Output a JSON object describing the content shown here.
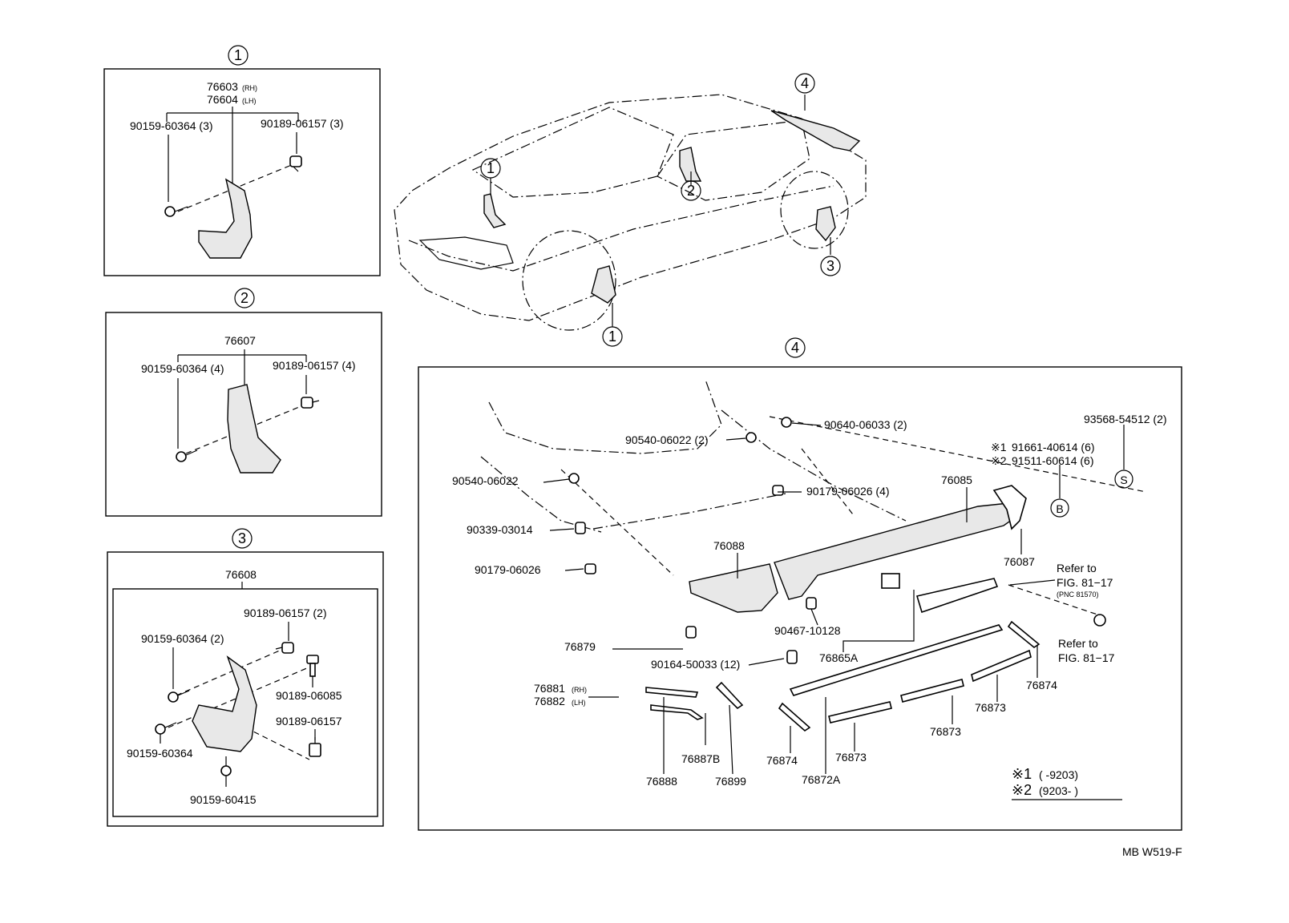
{
  "panel1": {
    "index": "1",
    "part_main": "76603",
    "part_main_side": "(RH)",
    "part_alt": "76604",
    "part_alt_side": "(LH)",
    "screw": "90159-60364 (3)",
    "clip": "90189-06157 (3)"
  },
  "panel2": {
    "index": "2",
    "part_main": "76607",
    "screw": "90159-60364 (4)",
    "clip": "90189-06157 (4)"
  },
  "panel3": {
    "index": "3",
    "part_main": "76608",
    "screw_a": "90159-60364 (2)",
    "clip_a": "90189-06157 (2)",
    "pin": "90189-06085",
    "clip_b": "90189-06157",
    "screw_b": "90159-60364",
    "screw_c": "90159-60415"
  },
  "car_callouts": [
    "1",
    "2",
    "3",
    "4",
    "1"
  ],
  "panel4": {
    "index": "4",
    "labels": {
      "p90540_06022_2": "90540-06022 (2)",
      "p90640_06033_2": "90640-06033 (2)",
      "p93568_54512_2": "93568-54512 (2)",
      "mark1": "※1",
      "p91661_40614_6": "91661-40614 (6)",
      "mark2": "※2",
      "p91511_60614_6": "91511-60614 (6)",
      "p90540_06022": "90540-06022",
      "p90179_06026_4": "90179-06026 (4)",
      "p76085": "76085",
      "p90339_03014": "90339-03014",
      "p76088": "76088",
      "p76087": "76087",
      "p90179_06026": "90179-06026",
      "refer_a": "Refer to",
      "fig_a": "FIG. 81−17",
      "pnc": "(PNC 81570)",
      "p90467_10128": "90467-10128",
      "refer_b": "Refer to",
      "fig_b": "FIG. 81−17",
      "p76879": "76879",
      "p90164_50033_12": "90164-50033 (12)",
      "p76865A": "76865A",
      "p76874_r": "76874",
      "p76881": "76881",
      "p76881_side": "(RH)",
      "p76882": "76882",
      "p76882_side": "(LH)",
      "p76873_r": "76873",
      "p76887B": "76887B",
      "p76873_m": "76873",
      "p76874_l": "76874",
      "p76873_l": "76873",
      "p76888": "76888",
      "p76899": "76899",
      "p76872A": "76872A"
    },
    "symbols": {
      "B": "B",
      "S": "S"
    },
    "legend": {
      "mark1": "※1",
      "range1": "(        -9203)",
      "mark2": "※2",
      "range2": "(9203-        )"
    }
  },
  "footer_code": "MB W519-F"
}
